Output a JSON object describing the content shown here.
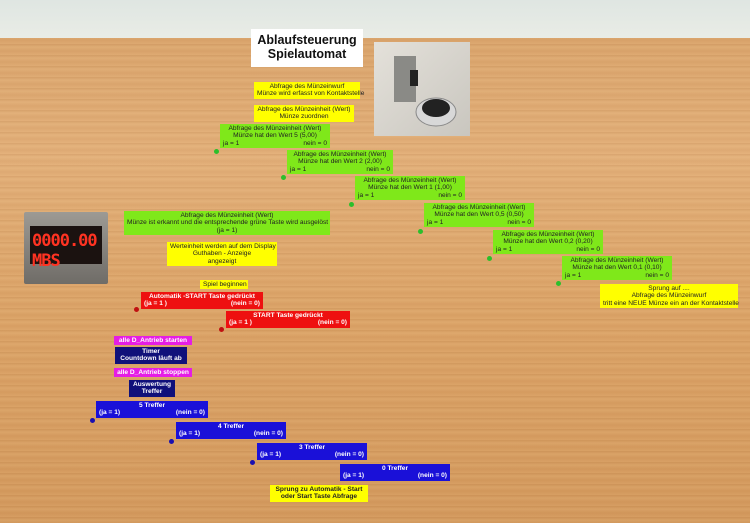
{
  "title": {
    "line1": "Ablaufsteuerung",
    "line2": "Spielautomat"
  },
  "display_readout": "0000.00 MBS",
  "colors": {
    "yellow": "#ffff00",
    "green": "#7fe81a",
    "red": "#ee1010",
    "blue": "#1a10d8",
    "navy": "#10107a",
    "magenta": "#e51de5"
  },
  "nodes": {
    "y1": {
      "l1": "Abfrage des Münzeinwurf",
      "l2": "Münze wird erfasst von Kontaktstelle"
    },
    "y2": {
      "l1": "Abfrage des Münzeinheit (Wert)",
      "l2": "Münze zuordnen"
    },
    "g1": {
      "l1": "Abfrage des Münzeinheit (Wert)",
      "l2": "Münze hat den Wert 5 (5,00)",
      "ja": "ja = 1",
      "nein": "nein = 0"
    },
    "g2": {
      "l1": "Abfrage des Münzeinheit (Wert)",
      "l2": "Münze hat den Wert 2 (2,00)",
      "ja": "ja = 1",
      "nein": "nein = 0"
    },
    "g3": {
      "l1": "Abfrage des Münzeinheit (Wert)",
      "l2": "Münze hat den Wert 1 (1,00)",
      "ja": "ja = 1",
      "nein": "nein = 0"
    },
    "g4": {
      "l1": "Abfrage des Münzeinheit (Wert)",
      "l2": "Münze hat den Wert 0,5 (0,50)",
      "ja": "ja = 1",
      "nein": "nein = 0"
    },
    "g5": {
      "l1": "Abfrage des Münzeinheit (Wert)",
      "l2": "Münze hat den Wert 0,2 (0,20)",
      "ja": "ja = 1",
      "nein": "nein = 0"
    },
    "g6": {
      "l1": "Abfrage des Münzeinheit (Wert)",
      "l2": "Münze hat den Wert 0,1 (0,10)",
      "ja": "ja = 1",
      "nein": "nein = 0"
    },
    "g7": {
      "l1": "Abfrage des Münzeinheit (Wert)",
      "l2": "Münze ist erkannt und die entsprechende grüne Taste wird ausgelöst",
      "l3": "(ja = 1)"
    },
    "y3": {
      "l1": "Werteinheit werden auf dem Display",
      "l2": "Guthaben - Anzeige",
      "l3": "angezeigt"
    },
    "y4": {
      "l1": "Sprung auf ....",
      "l2": "Abfrage des Münzeinwurf",
      "l3": "tritt eine NEUE Münze ein an der Kontaktstelle"
    },
    "y5": {
      "l1": "Spiel beginnen"
    },
    "r1": {
      "l1": "Automatik -START Taste gedrückt",
      "ja": "(ja = 1 )",
      "nein": "(nein = 0)"
    },
    "r2": {
      "l1": "START Taste gedrückt",
      "ja": "(ja = 1 )",
      "nein": "(nein = 0)"
    },
    "m1": {
      "l1": "alle D_Antrieb starten"
    },
    "n1": {
      "l1": "Timer",
      "l2": "Countdown läuft ab"
    },
    "m2": {
      "l1": "alle D_Antrieb stoppen"
    },
    "n2": {
      "l1": "Auswertung",
      "l2": "Treffer"
    },
    "b1": {
      "l1": "5 Treffer",
      "ja": "(ja = 1)",
      "nein": "(nein = 0)"
    },
    "b2": {
      "l1": "4 Treffer",
      "ja": "(ja = 1)",
      "nein": "(nein = 0)"
    },
    "b3": {
      "l1": "3 Treffer",
      "ja": "(ja = 1)",
      "nein": "(nein = 0)"
    },
    "b4": {
      "l1": "0 Treffer",
      "ja": "(ja = 1)",
      "nein": "(nein = 0)"
    },
    "y6": {
      "l1": "Sprung zu Automatik - Start",
      "l2": "oder Start Taste Abfrage"
    }
  }
}
